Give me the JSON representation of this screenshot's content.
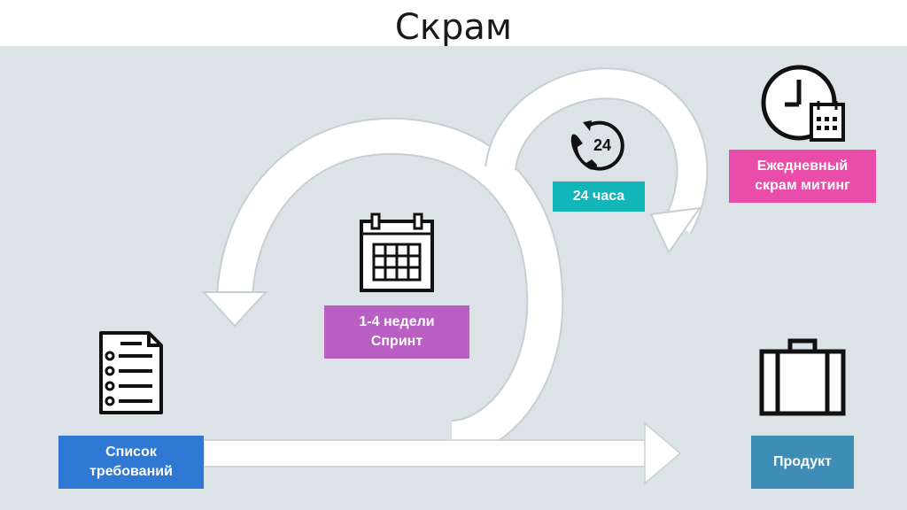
{
  "title": "Скрам",
  "labels": {
    "backlog": "Список требований",
    "sprint": "1-4 недели Спринт",
    "day": "24 часа",
    "daily": "Ежедневный скрам митинг",
    "product": "Продукт"
  },
  "icons": {
    "backlog": "checklist-icon",
    "sprint": "calendar-icon",
    "day": "phone-24-icon",
    "daily": "clock-calendar-icon",
    "product": "briefcase-icon"
  },
  "colors": {
    "backlog": "#2f78d3",
    "sprint": "#b95ec3",
    "day": "#12b6b8",
    "daily": "#e94ca9",
    "product": "#3d8db6",
    "background": "#dce3e6",
    "arrow": "#ffffff"
  }
}
